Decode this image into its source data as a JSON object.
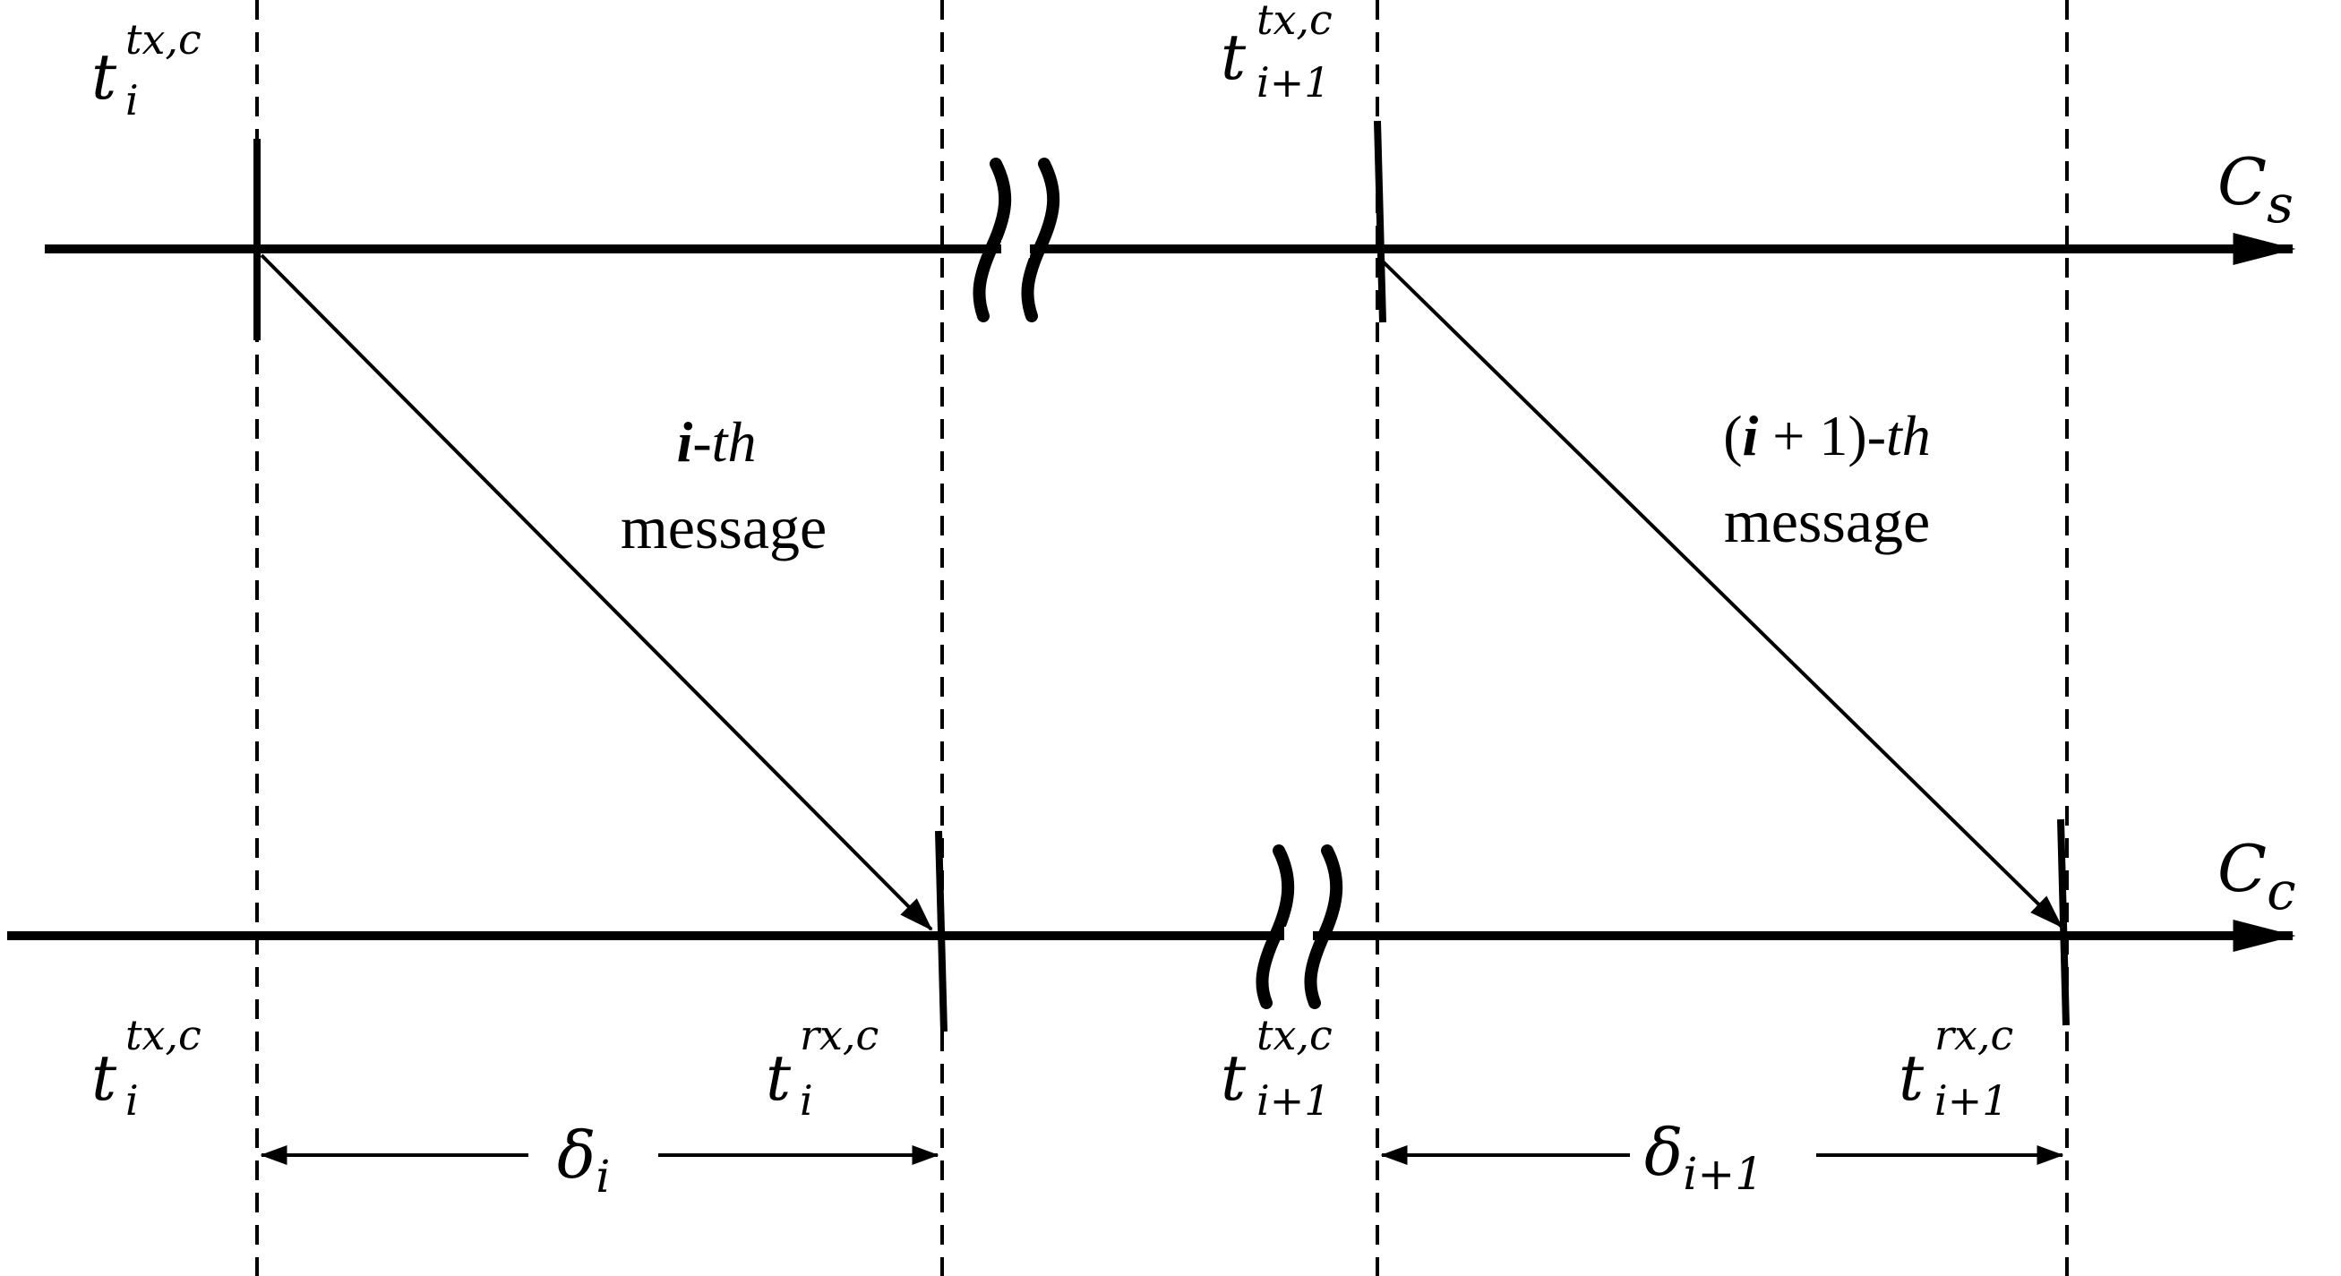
{
  "colors": {
    "ink": "#000000",
    "background": "#ffffff"
  },
  "axes": {
    "top_label_main": "C",
    "top_label_sub": "s",
    "bottom_label_main": "C",
    "bottom_label_sub": "c"
  },
  "labels": {
    "t_base": "t",
    "sub_i": "i",
    "sub_i1": "i+1",
    "sup_tx": "tx,c",
    "sup_rx": "rx,c"
  },
  "messages": {
    "m1_bold": "i",
    "m1_suffix": "-th",
    "m1_word": "message",
    "m2_open": "(",
    "m2_bold": "i",
    "m2_rest": " + 1)",
    "m2_suffix": "-th",
    "m2_word": "message"
  },
  "intervals": {
    "d1_symbol": "δ",
    "d1_sub": "i",
    "d2_symbol": "δ",
    "d2_sub": "i+1"
  }
}
